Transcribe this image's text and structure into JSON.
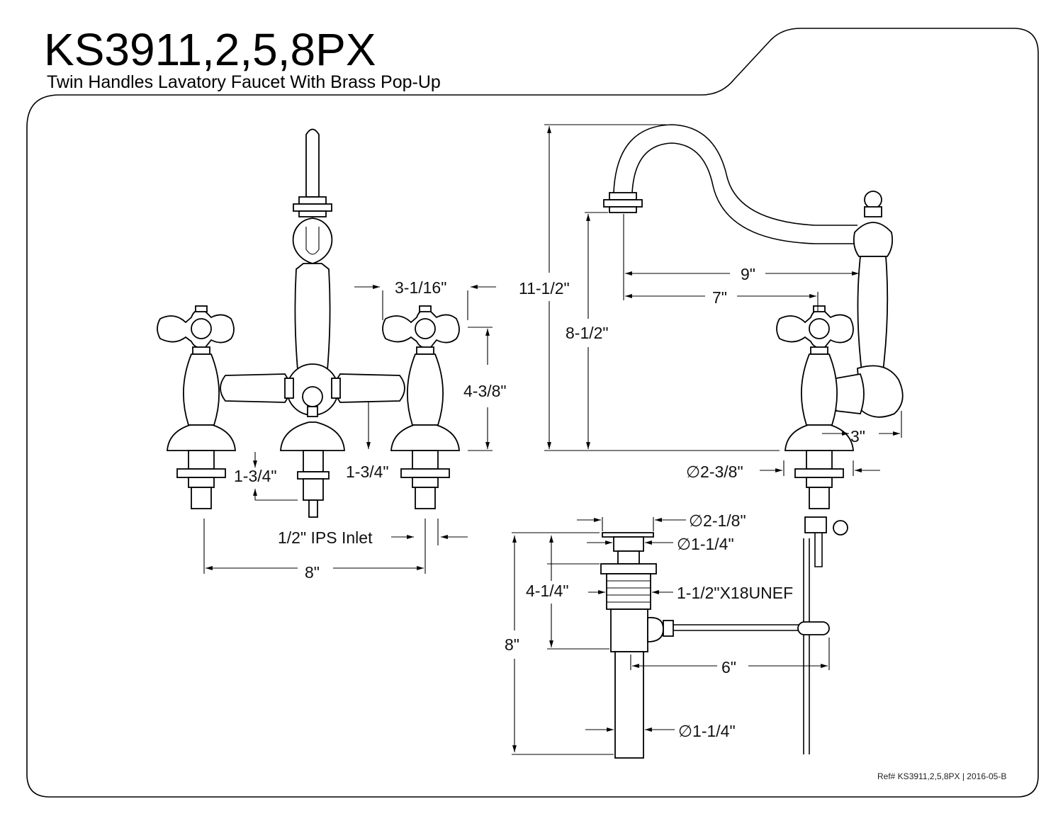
{
  "header": {
    "title": "KS3911,2,5,8PX",
    "subtitle": "Twin Handles Lavatory Faucet With Brass Pop-Up"
  },
  "front_view": {
    "handle_spacing": "3-1/16\"",
    "handle_height": "4-3/8\"",
    "shank_length_left": "1-3/4\"",
    "shank_length_center": "1-3/4\"",
    "inlet": "1/2\" IPS Inlet",
    "center_spread": "8\""
  },
  "side_view": {
    "overall_height": "11-1/2\"",
    "spout_height": "8-1/2\"",
    "spout_reach": "9\"",
    "handle_reach": "7\"",
    "base_offset": "3\"",
    "base_diameter": "∅2-3/8\""
  },
  "popup_view": {
    "flange_diameter": "∅2-1/8\"",
    "body_diameter_top": "∅1-1/4\"",
    "thread_length": "4-1/4\"",
    "thread_spec": "1-1/2\"X18UNEF",
    "overall_length": "8\"",
    "rod_length": "6\"",
    "tail_diameter": "∅1-1/4\""
  },
  "footer": {
    "ref": "Ref# KS3911,2,5,8PX | 2016-05-B"
  }
}
